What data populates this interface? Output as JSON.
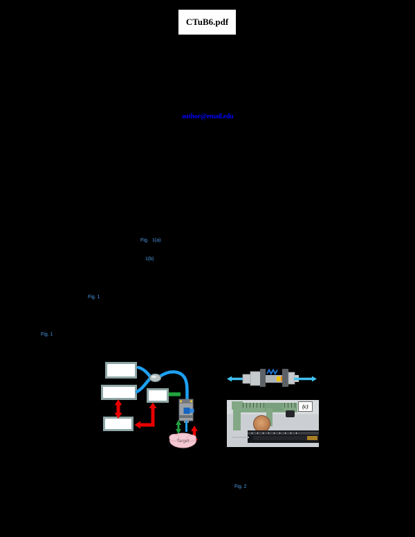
{
  "document": {
    "filename_label": "CTuB6.pdf"
  },
  "links": {
    "email": "author@email.edu",
    "inline": [
      {
        "text": "Fig."
      },
      {
        "text": "1(a)"
      },
      {
        "text": "1(b)"
      },
      {
        "text": "Fig. 1"
      },
      {
        "text": "Fig. 1"
      },
      {
        "text": "Fig. 2"
      }
    ]
  },
  "figure": {
    "diagram": {
      "target_label": "Target"
    },
    "photo": {
      "panel_label": "(c)"
    }
  },
  "colors": {
    "page_bg": "#000000",
    "link_blue": "#4d9be6",
    "email_blue": "#0000f0",
    "fiber_blue": "#1da0f2",
    "fiber_cyan": "#3fc1f0",
    "connector_green": "#21a13e",
    "arrow_red": "#e80000",
    "target_pink": "#f4c9d3",
    "box_border": "#8fa6a6",
    "caliper_green": "#83a886"
  }
}
